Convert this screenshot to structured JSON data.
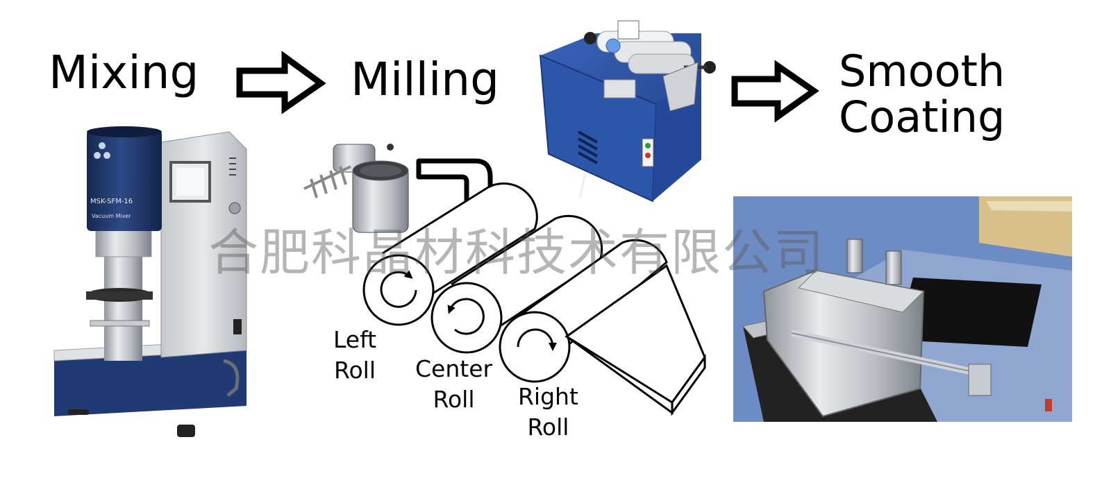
{
  "steps": {
    "mixing": "Mixing",
    "milling": "Milling",
    "coating_line1": "Smooth",
    "coating_line2": "Coating"
  },
  "roll_labels": {
    "left_line1": "Left",
    "left_line2": "Roll",
    "center_line1": "Center",
    "center_line2": "Roll",
    "right_line1": "Right",
    "right_line2": "Roll"
  },
  "mixer_labels": {
    "model": "MSK-SFM-16",
    "name": "Vacuum Mixer"
  },
  "watermark": "合肥科晶材科技术有限公司",
  "colors": {
    "machine_blue": "#2a4d9a",
    "mixer_navy": "#1f3566",
    "steel": "#c9ccd0",
    "table_blue": "#6f8fc4",
    "lid_tan": "#d8c08a"
  }
}
